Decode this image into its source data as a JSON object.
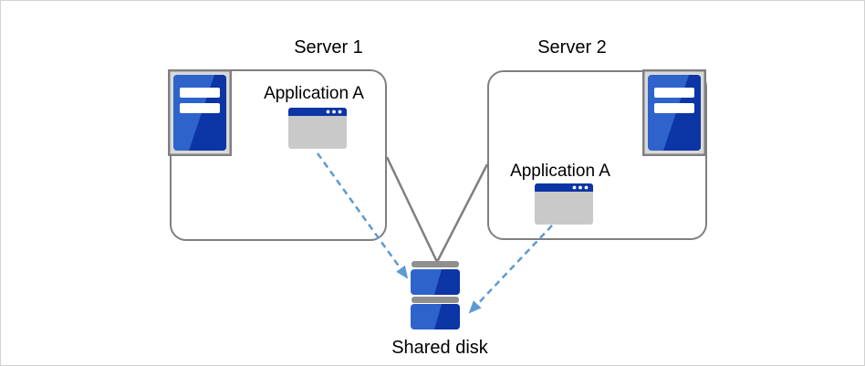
{
  "nodes": {
    "server1": {
      "label": "Server 1",
      "application": "Application A"
    },
    "server2": {
      "label": "Server 2",
      "application": "Application A"
    },
    "shared_disk": {
      "label": "Shared disk"
    }
  },
  "icons": {
    "server1_icon": "server-tower-icon",
    "server2_icon": "server-tower-icon",
    "app1_icon": "application-window-icon",
    "app2_icon": "application-window-icon",
    "disk_icon": "stacked-disk-icon"
  },
  "connectors": {
    "server1_to_disk": "solid-gray-line",
    "server2_to_disk": "solid-gray-line",
    "app1_to_disk": "dashed-blue-arrow",
    "app2_to_disk": "dashed-blue-arrow"
  },
  "colors": {
    "canvas_border": "#d2d2d2",
    "box_border": "#7f7f7f",
    "connector_gray": "#7f7f7f",
    "arrow_blue": "#5b9bd5",
    "blue_dark": "#0c35a5",
    "blue_light": "#2e63cb",
    "frame_fill": "#d9d9d9",
    "app_body": "#c9c9c9",
    "disk_bar": "#8f8f8f",
    "text_color": "#000000"
  }
}
